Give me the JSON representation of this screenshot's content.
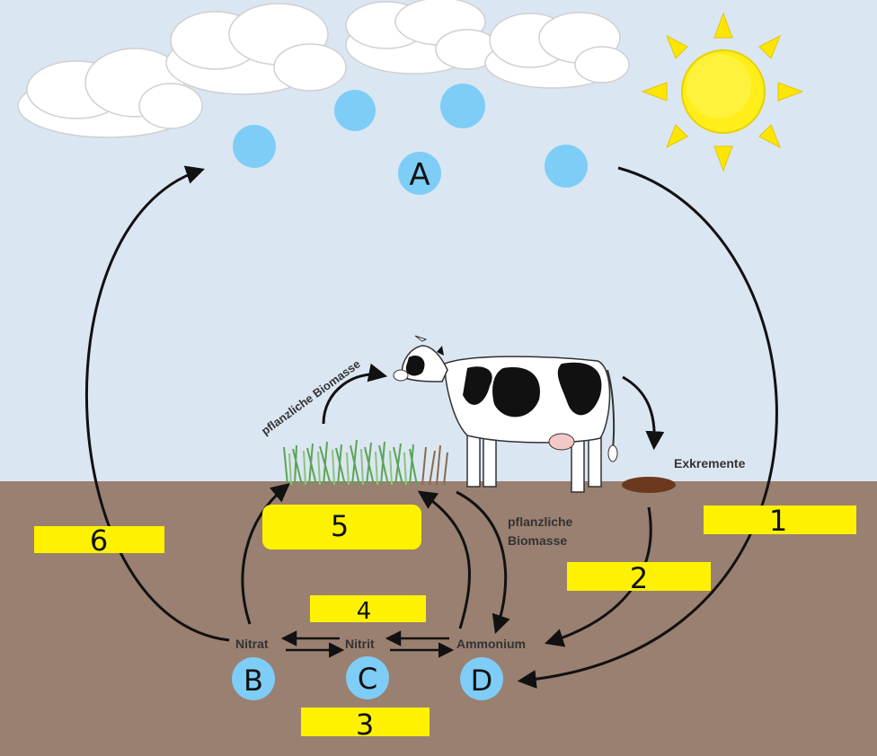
{
  "colors": {
    "sky": "#dbe6f3",
    "soil": "#9a8070",
    "drop": "#7ecdf6",
    "marker": "#fff200",
    "sun": "#ffee1a",
    "arrow": "#111111",
    "dung": "#6b3a1e"
  },
  "icons": [
    "cloud-icon",
    "sun-icon",
    "water-drop-icon",
    "cow-icon",
    "grass-icon",
    "dung-pile-icon"
  ],
  "labels": {
    "plant_biomass_top": "pflanzliche Biomasse",
    "excrements": "Exkremente",
    "plant_biomass_soil_line1": "pflanzliche",
    "plant_biomass_soil_line2": "Biomasse",
    "nitrate": "Nitrat",
    "nitrite": "Nitrit",
    "ammonium": "Ammonium"
  },
  "circle_markers": {
    "a": "A",
    "b": "B",
    "c": "C",
    "d": "D"
  },
  "number_boxes": {
    "n1": "1",
    "n2": "2",
    "n3": "3",
    "n4": "4",
    "n5": "5",
    "n6": "6"
  }
}
